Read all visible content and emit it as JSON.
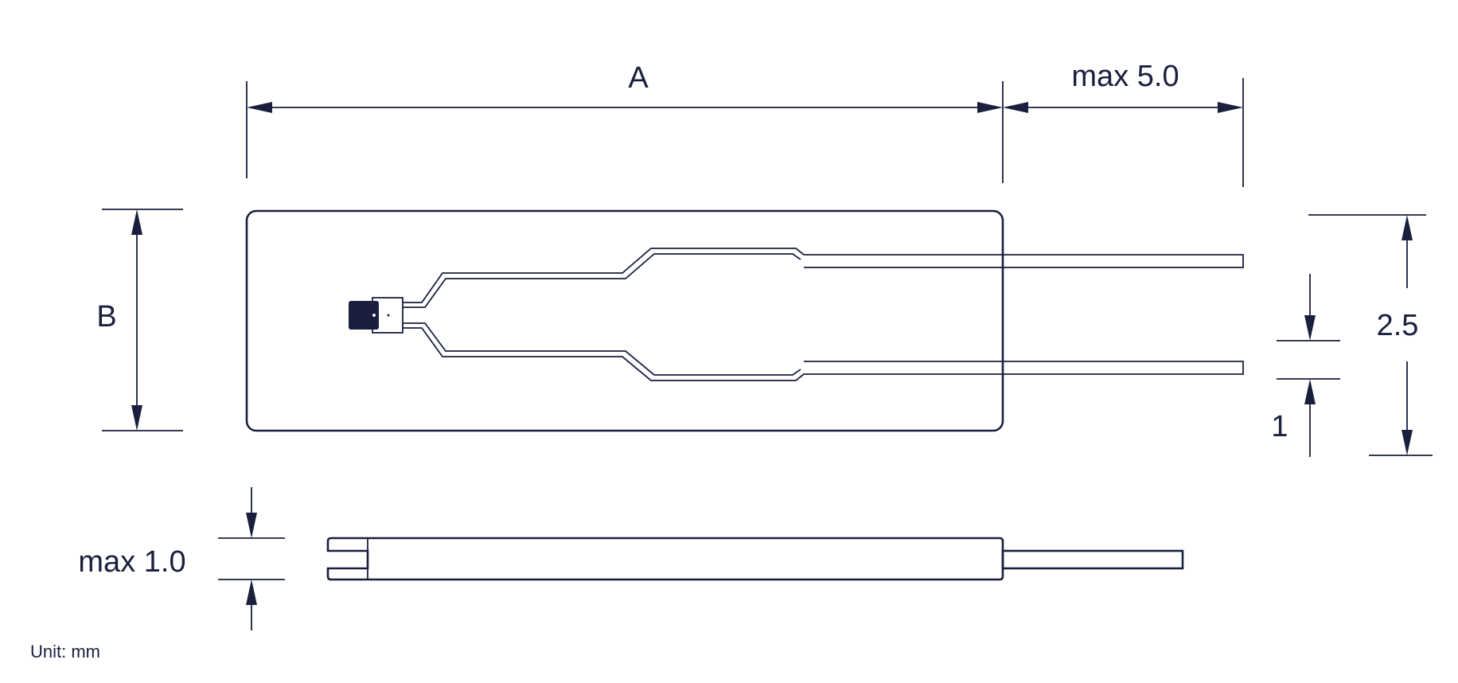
{
  "labels": {
    "dim_a": "A",
    "dim_max_length": "max 5.0",
    "dim_b": "B",
    "dim_pitch": "2.5",
    "dim_lead_width": "1",
    "dim_max_thickness": "max 1.0",
    "unit": "Unit: mm"
  },
  "colors": {
    "line": "#1a1f3d",
    "background": "#ffffff"
  }
}
